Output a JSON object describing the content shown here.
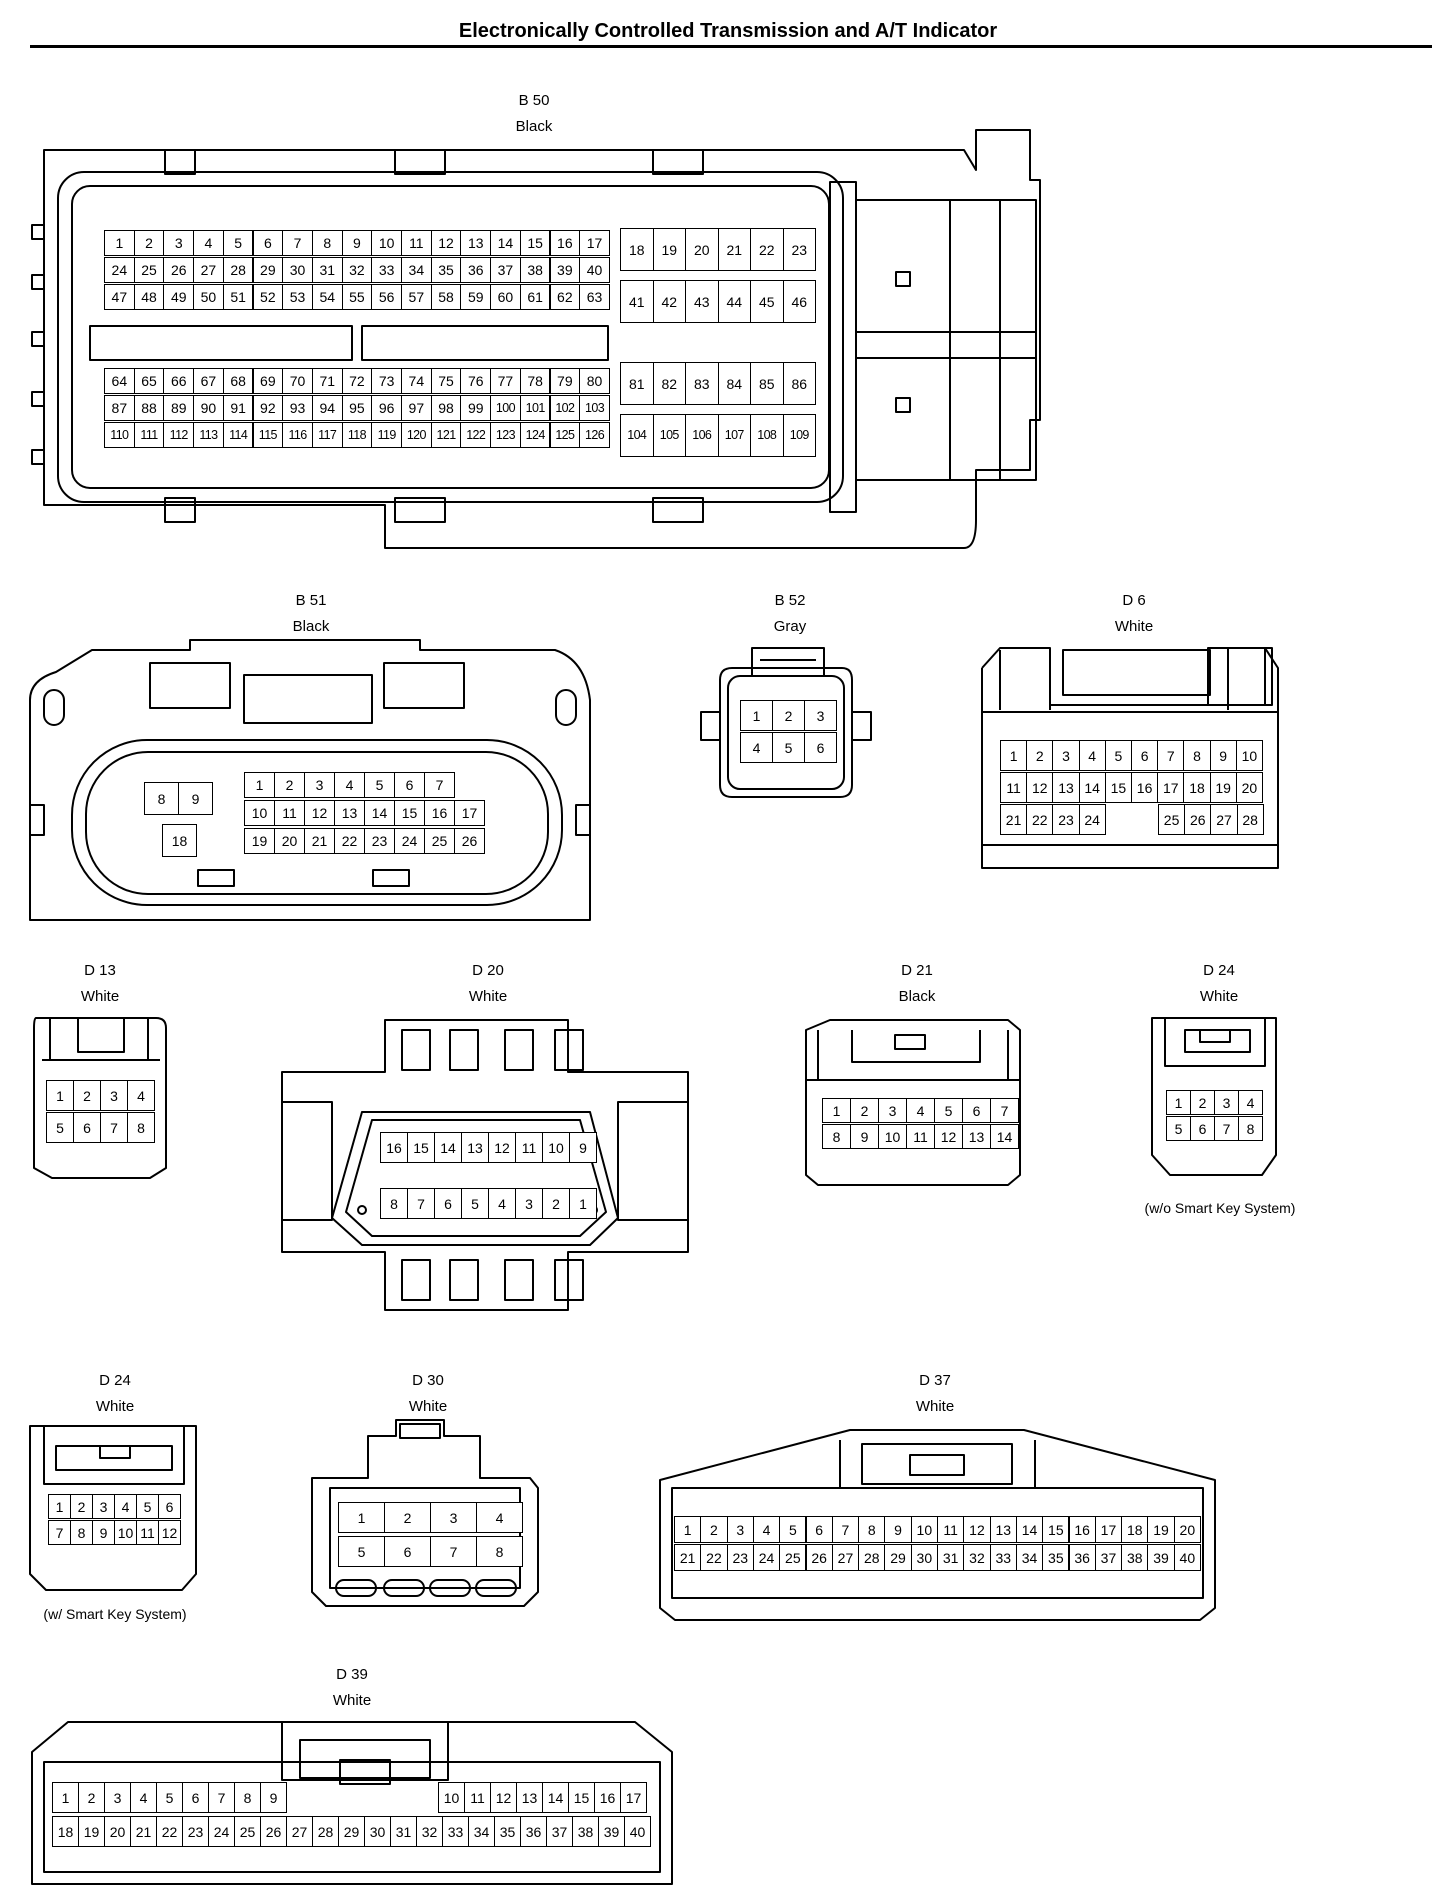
{
  "title": "Electronically Controlled Transmission and A/T Indicator",
  "connectors": [
    {
      "id": "B 50",
      "color": "Black"
    },
    {
      "id": "B 51",
      "color": "Black"
    },
    {
      "id": "B 52",
      "color": "Gray"
    },
    {
      "id": "D 6",
      "color": "White"
    },
    {
      "id": "D 13",
      "color": "White"
    },
    {
      "id": "D 20",
      "color": "White"
    },
    {
      "id": "D 21",
      "color": "Black"
    },
    {
      "id": "D 24",
      "color": "White",
      "note": "(w/o Smart Key System)"
    },
    {
      "id": "D 24",
      "color": "White",
      "note": "(w/ Smart Key System)"
    },
    {
      "id": "D 30",
      "color": "White"
    },
    {
      "id": "D 37",
      "color": "White"
    },
    {
      "id": "D 39",
      "color": "White"
    }
  ],
  "pins": {
    "B50": [
      [
        "1",
        "2",
        "3",
        "4",
        "5",
        "6",
        "7",
        "8",
        "9",
        "10",
        "11",
        "12",
        "13",
        "14",
        "15",
        "16",
        "17"
      ],
      [
        "24",
        "25",
        "26",
        "27",
        "28",
        "29",
        "30",
        "31",
        "32",
        "33",
        "34",
        "35",
        "36",
        "37",
        "38",
        "39",
        "40"
      ],
      [
        "47",
        "48",
        "49",
        "50",
        "51",
        "52",
        "53",
        "54",
        "55",
        "56",
        "57",
        "58",
        "59",
        "60",
        "61",
        "62",
        "63"
      ],
      [
        "18",
        "19",
        "20",
        "21",
        "22",
        "23"
      ],
      [
        "41",
        "42",
        "43",
        "44",
        "45",
        "46"
      ],
      [
        "64",
        "65",
        "66",
        "67",
        "68",
        "69",
        "70",
        "71",
        "72",
        "73",
        "74",
        "75",
        "76",
        "77",
        "78",
        "79",
        "80"
      ],
      [
        "87",
        "88",
        "89",
        "90",
        "91",
        "92",
        "93",
        "94",
        "95",
        "96",
        "97",
        "98",
        "99",
        "100",
        "101",
        "102",
        "103"
      ],
      [
        "110",
        "111",
        "112",
        "113",
        "114",
        "115",
        "116",
        "117",
        "118",
        "119",
        "120",
        "121",
        "122",
        "123",
        "124",
        "125",
        "126"
      ],
      [
        "81",
        "82",
        "83",
        "84",
        "85",
        "86"
      ],
      [
        "104",
        "105",
        "106",
        "107",
        "108",
        "109"
      ]
    ],
    "B51": [
      [
        "8",
        "9"
      ],
      [
        "18"
      ],
      [
        "1",
        "2",
        "3",
        "4",
        "5",
        "6",
        "7"
      ],
      [
        "10",
        "11",
        "12",
        "13",
        "14",
        "15",
        "16",
        "17"
      ],
      [
        "19",
        "20",
        "21",
        "22",
        "23",
        "24",
        "25",
        "26"
      ]
    ],
    "B52": [
      [
        "1",
        "2",
        "3"
      ],
      [
        "4",
        "5",
        "6"
      ]
    ],
    "D6": [
      [
        "1",
        "2",
        "3",
        "4",
        "5",
        "6",
        "7",
        "8",
        "9",
        "10"
      ],
      [
        "11",
        "12",
        "13",
        "14",
        "15",
        "16",
        "17",
        "18",
        "19",
        "20"
      ],
      [
        "21",
        "22",
        "23",
        "24"
      ],
      [
        "25",
        "26",
        "27",
        "28"
      ]
    ],
    "D13": [
      [
        "1",
        "2",
        "3",
        "4"
      ],
      [
        "5",
        "6",
        "7",
        "8"
      ]
    ],
    "D20": [
      [
        "16",
        "15",
        "14",
        "13",
        "12",
        "11",
        "10",
        "9"
      ],
      [
        "8",
        "7",
        "6",
        "5",
        "4",
        "3",
        "2",
        "1"
      ]
    ],
    "D21": [
      [
        "1",
        "2",
        "3",
        "4",
        "5",
        "6",
        "7"
      ],
      [
        "8",
        "9",
        "10",
        "11",
        "12",
        "13",
        "14"
      ]
    ],
    "D24a": [
      [
        "1",
        "2",
        "3",
        "4"
      ],
      [
        "5",
        "6",
        "7",
        "8"
      ]
    ],
    "D24b": [
      [
        "1",
        "2",
        "3",
        "4",
        "5",
        "6"
      ],
      [
        "7",
        "8",
        "9",
        "10",
        "11",
        "12"
      ]
    ],
    "D30": [
      [
        "1",
        "2",
        "3",
        "4"
      ],
      [
        "5",
        "6",
        "7",
        "8"
      ]
    ],
    "D37": [
      [
        "1",
        "2",
        "3",
        "4",
        "5",
        "6",
        "7",
        "8",
        "9",
        "10",
        "11",
        "12",
        "13",
        "14",
        "15",
        "16",
        "17",
        "18",
        "19",
        "20"
      ],
      [
        "21",
        "22",
        "23",
        "24",
        "25",
        "26",
        "27",
        "28",
        "29",
        "30",
        "31",
        "32",
        "33",
        "34",
        "35",
        "36",
        "37",
        "38",
        "39",
        "40"
      ]
    ],
    "D39": [
      [
        "1",
        "2",
        "3",
        "4",
        "5",
        "6",
        "7",
        "8",
        "9"
      ],
      [
        "10",
        "11",
        "12",
        "13",
        "14",
        "15",
        "16",
        "17"
      ],
      [
        "18",
        "19",
        "20",
        "21",
        "22",
        "23",
        "24",
        "25",
        "26",
        "27",
        "28",
        "29",
        "30",
        "31",
        "32",
        "33",
        "34",
        "35",
        "36",
        "37",
        "38",
        "39",
        "40"
      ]
    ]
  }
}
